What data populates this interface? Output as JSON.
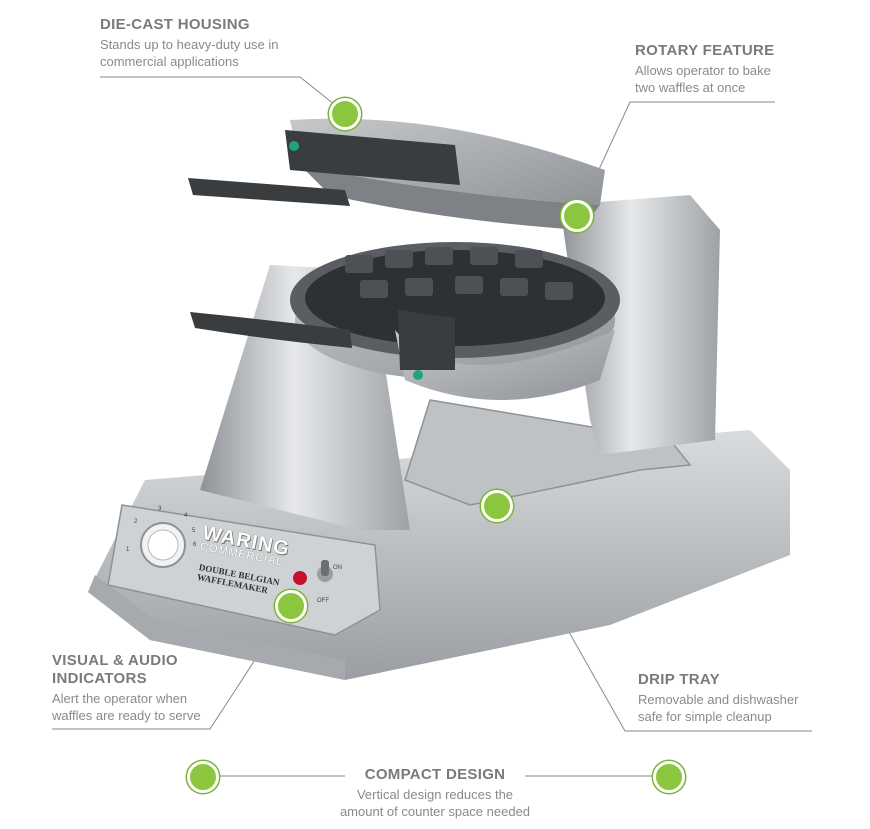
{
  "features": {
    "die_cast": {
      "title": "DIE-CAST HOUSING",
      "line1": "Stands up to heavy-duty use in",
      "line2": "commercial applications"
    },
    "rotary": {
      "title": "ROTARY FEATURE",
      "line1": "Allows operator to bake",
      "line2": "two waffles at once"
    },
    "visual_audio": {
      "title1": "VISUAL & AUDIO",
      "title2": "INDICATORS",
      "line1": "Alert the operator when",
      "line2": "waffles are ready to serve"
    },
    "drip_tray": {
      "title": "DRIP TRAY",
      "line1": "Removable and dishwasher",
      "line2": "safe for simple cleanup"
    },
    "compact": {
      "title": "COMPACT DESIGN",
      "line1": "Vertical design reduces the",
      "line2": "amount of counter space needed"
    }
  },
  "product": {
    "brand": "WARING",
    "brand_sub": "COMMERCIAL",
    "model_line1": "DOUBLE BELGIAN",
    "model_line2": "WAFFLEMAKER",
    "switch_on": "ON",
    "switch_off": "OFF",
    "dial_marks": [
      "1",
      "2",
      "3",
      "4",
      "5",
      "6"
    ]
  },
  "colors": {
    "accent": "#8cc63f",
    "steel": "#b9bcbf",
    "handle": "#3a3d40"
  }
}
